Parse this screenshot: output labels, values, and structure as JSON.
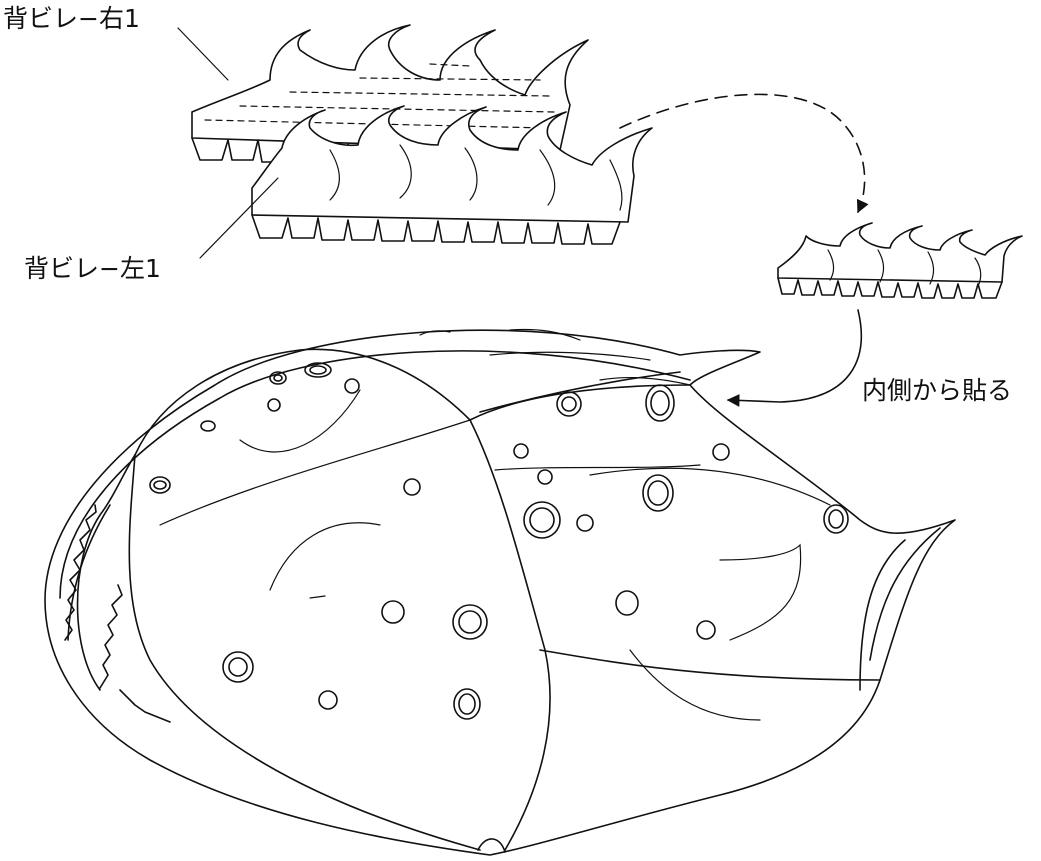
{
  "labels": {
    "right_fin": "背ビレ−右1",
    "left_fin": "背ビレ−左1",
    "instruction": "内側から貼る"
  }
}
